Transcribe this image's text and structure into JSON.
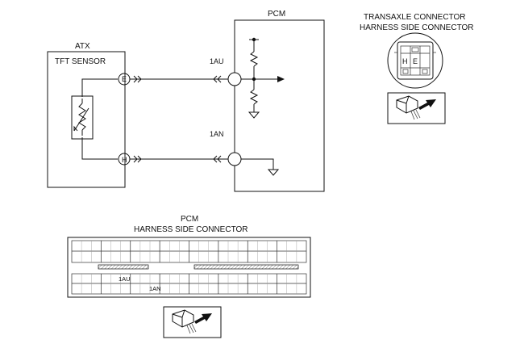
{
  "atx_box": {
    "title": "ATX",
    "component": "TFT SENSOR"
  },
  "pcm_box": {
    "title": "PCM"
  },
  "terminals": {
    "e": "E",
    "h": "H",
    "pcm_top": "1AU",
    "pcm_bottom": "1AN"
  },
  "transaxle_connector": {
    "title_line1": "TRANSAXLE CONNECTOR",
    "title_line2": "HARNESS SIDE CONNECTOR",
    "pins": [
      "H",
      "E"
    ]
  },
  "pcm_connector": {
    "title_line1": "PCM",
    "title_line2": "HARNESS SIDE CONNECTOR",
    "pins": [
      "1AU",
      "1AN"
    ]
  }
}
